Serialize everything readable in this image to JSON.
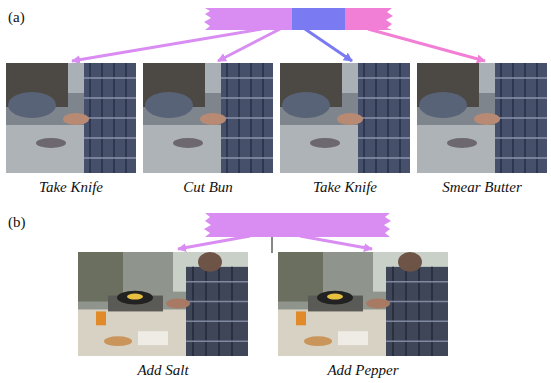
{
  "diagram": {
    "nodes": [
      {
        "text": [
          "Take Knife"
        ]
      },
      {
        "text": [
          "Cut Bun"
        ]
      },
      {
        "text": [
          "Take Knife"
        ]
      },
      {
        "text": [
          "Smear Butter"
        ]
      },
      {
        "text": [
          "Add Salt"
        ]
      },
      {
        "text": [
          "Add Pepper"
        ]
      }
    ],
    "labels": [
      "(a)",
      "(b)"
    ]
  }
}
